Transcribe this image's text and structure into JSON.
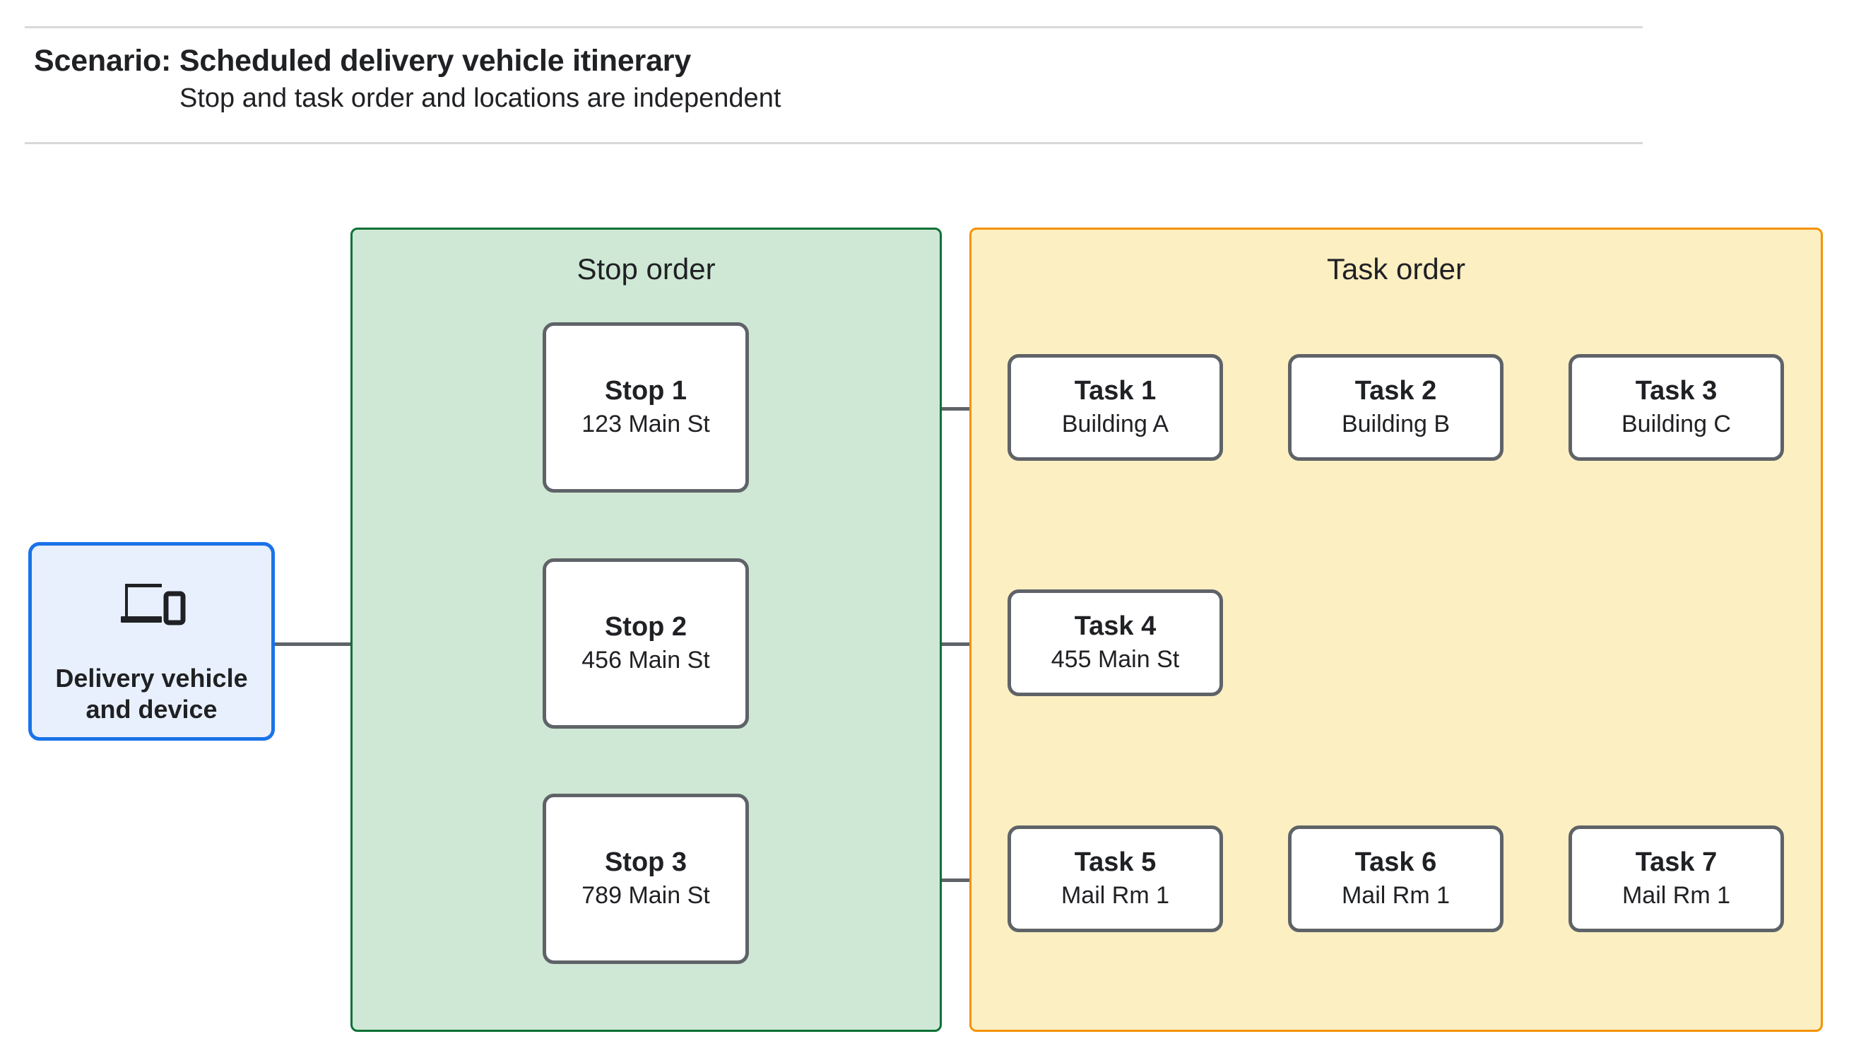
{
  "header": {
    "title": "Scenario: Scheduled delivery vehicle itinerary",
    "subtitle": "Stop and task order and locations are independent"
  },
  "device": {
    "icon": "laptop-and-phone-icon",
    "label_line1": "Delivery vehicle",
    "label_line2": "and device",
    "border_color": "#1a73e8",
    "fill_color": "#e8f0fe"
  },
  "stop_panel": {
    "title": "Stop order",
    "fill_color": "#cfe8d5",
    "border_color": "#0b7135",
    "stops": [
      {
        "title": "Stop 1",
        "address": "123 Main St"
      },
      {
        "title": "Stop 2",
        "address": "456 Main St"
      },
      {
        "title": "Stop 3",
        "address": "789 Main St"
      }
    ]
  },
  "task_panel": {
    "title": "Task order",
    "fill_color": "#fcefc2",
    "border_color": "#f59200",
    "rows": [
      {
        "tasks": [
          {
            "title": "Task 1",
            "location": "Building A"
          },
          {
            "title": "Task 2",
            "location": "Building B"
          },
          {
            "title": "Task 3",
            "location": "Building C"
          }
        ]
      },
      {
        "tasks": [
          {
            "title": "Task 4",
            "location": "455 Main St"
          }
        ]
      },
      {
        "tasks": [
          {
            "title": "Task 5",
            "location": "Mail Rm 1"
          },
          {
            "title": "Task 6",
            "location": "Mail Rm 1"
          },
          {
            "title": "Task 7",
            "location": "Mail Rm 1"
          }
        ]
      }
    ]
  },
  "colors": {
    "connector": "#5f6368",
    "node_border": "#5f6368",
    "node_fill": "#ffffff",
    "rule": "#d9d9d9",
    "text": "#202124"
  }
}
